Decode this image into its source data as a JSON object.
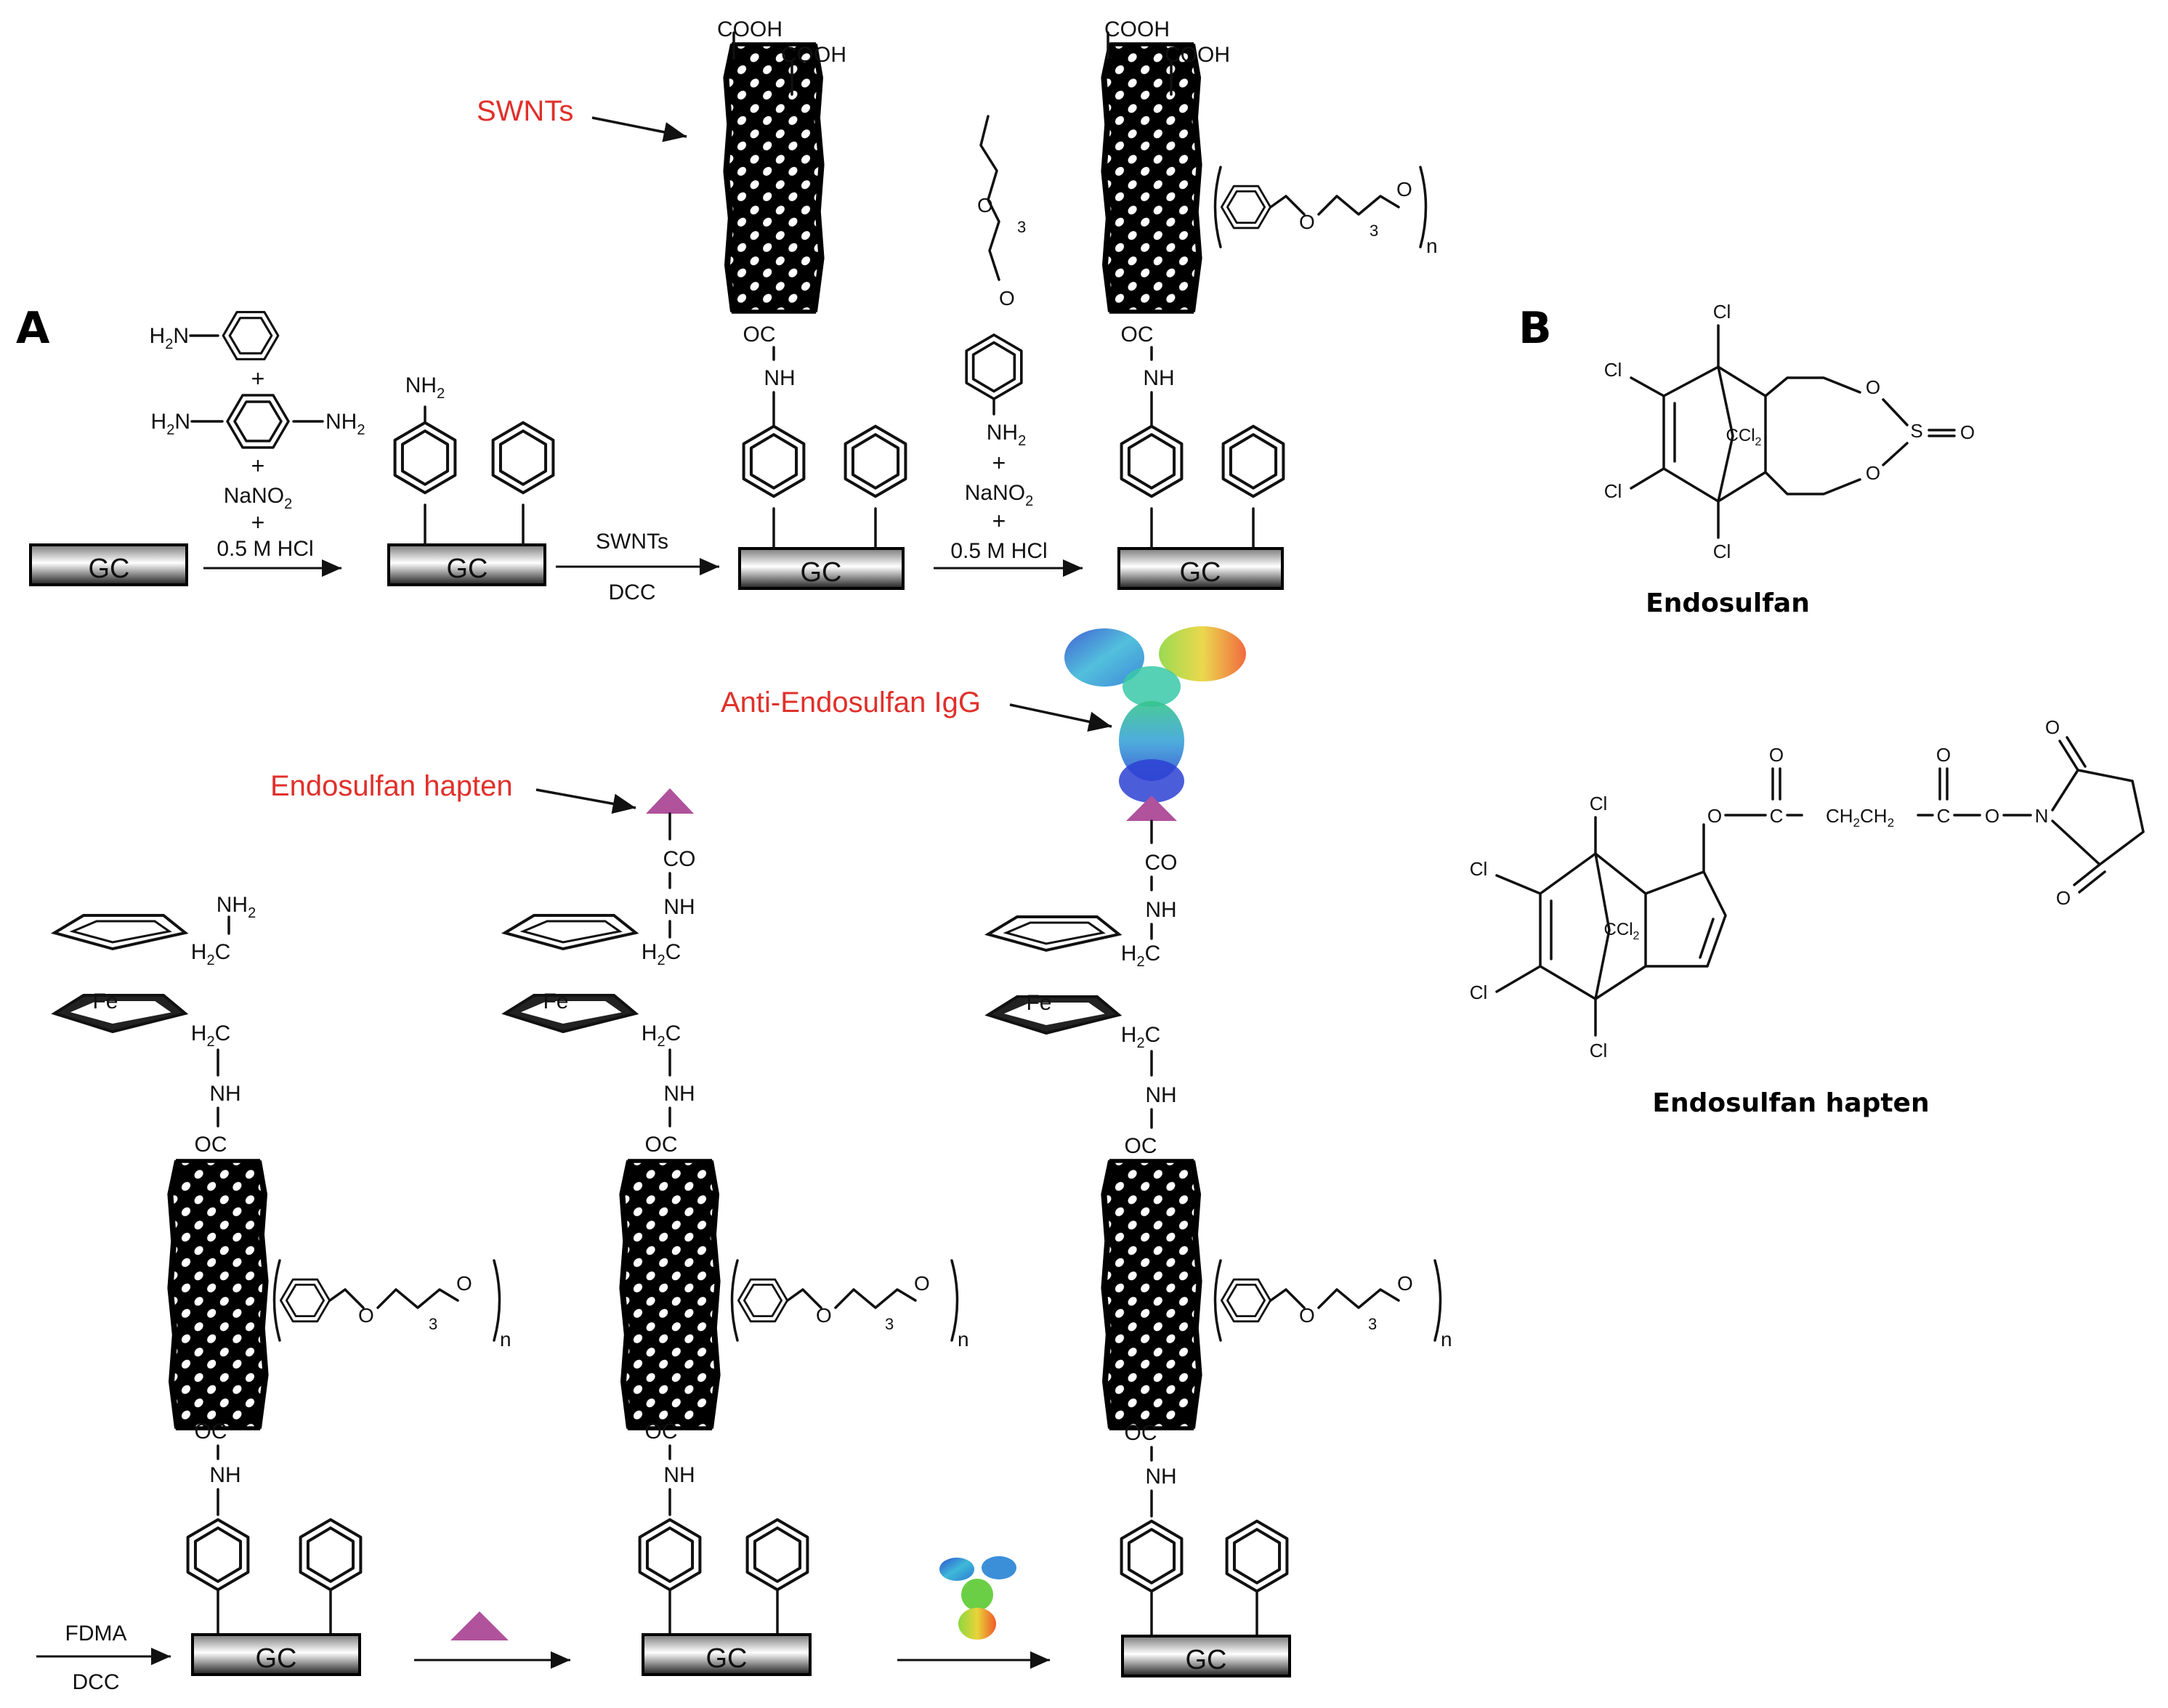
{
  "panels": {
    "a": "A",
    "b": "B"
  },
  "colors": {
    "red": "#e0302b",
    "magenta": "#b0529c",
    "black": "#000000",
    "white": "#ffffff"
  },
  "labels": {
    "gc": "GC",
    "swnts": "SWNTs",
    "anti_igg": "Anti-Endosulfan IgG",
    "hapten_label": "Endosulfan hapten",
    "cooh": "COOH",
    "oc": "OC",
    "nh": "NH",
    "co": "CO",
    "nh2": "NH",
    "h2c": "H",
    "h2n": "H",
    "fe": "Fe",
    "n": "n",
    "three": "3",
    "o": "O",
    "plus": "+",
    "nano2": "NaNO",
    "hcl": "0.5 M HCl",
    "dcc": "DCC",
    "fdma": "FDMA",
    "swnts_reagent": "SWNTs",
    "sub2": "2",
    "c": "C",
    "n_atom": "N",
    "s": "S"
  },
  "endosulfan": {
    "name": "Endosulfan",
    "cl": "Cl",
    "ccl2": "CCl",
    "o": "O"
  },
  "endosulfan_hapten": {
    "name": "Endosulfan hapten",
    "ch2ch2": "CH",
    "cl": "Cl",
    "o": "O"
  },
  "icons": [
    "carbon-nanotube",
    "antibody",
    "ferrocene",
    "benzene-ring",
    "triangle-hapten"
  ]
}
